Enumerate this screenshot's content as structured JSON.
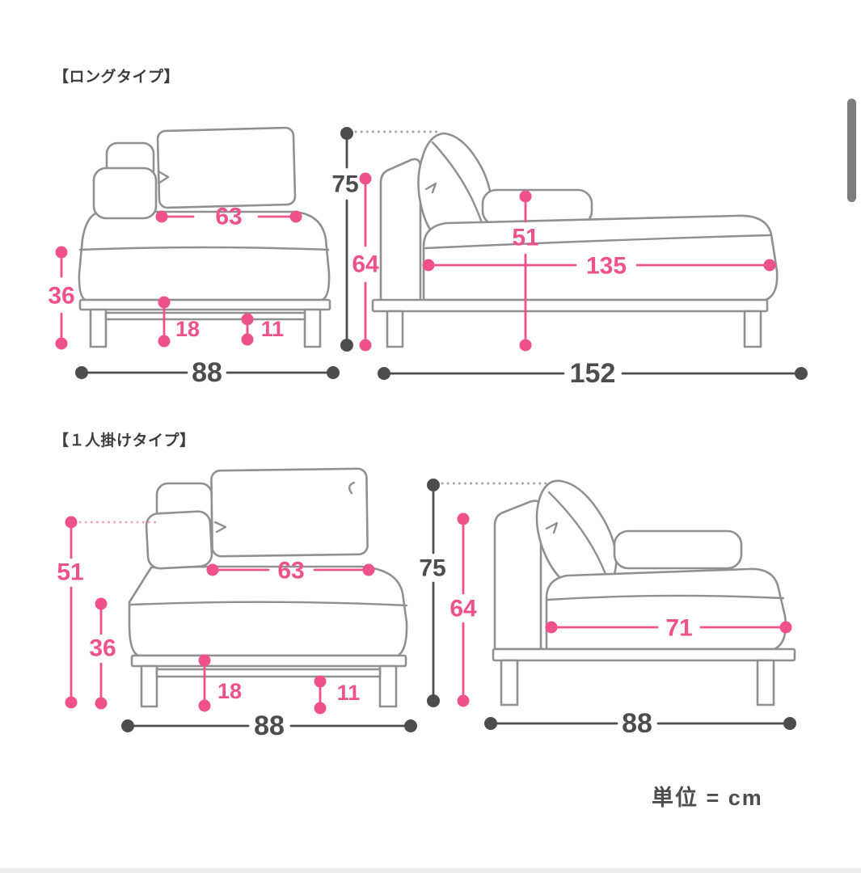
{
  "sections": [
    {
      "label": "【ロングタイプ】",
      "front_view": {
        "back_cushion_width": "63",
        "seat_height": "36",
        "base_height": "18",
        "under_clearance": "11",
        "total_width": "88"
      },
      "side_view": {
        "total_height": "75",
        "back_height": "64",
        "arm_height": "51",
        "seat_depth": "135",
        "total_length": "152"
      }
    },
    {
      "label": "【１人掛けタイプ】",
      "front_view": {
        "arm_height": "51",
        "seat_height": "36",
        "back_cushion_width": "63",
        "base_height": "18",
        "under_clearance": "11",
        "total_width": "88"
      },
      "side_view": {
        "total_height": "75",
        "back_height": "64",
        "seat_depth": "71",
        "total_length": "88"
      }
    }
  ],
  "unit_note": "単位 = cm",
  "colors": {
    "dimension_pink": "#ef5189",
    "dimension_dark": "#4d4d4d",
    "sofa_outline_gray": "#909090",
    "scrollbar_gray": "#7e7e7e",
    "background": "#ffffff"
  }
}
